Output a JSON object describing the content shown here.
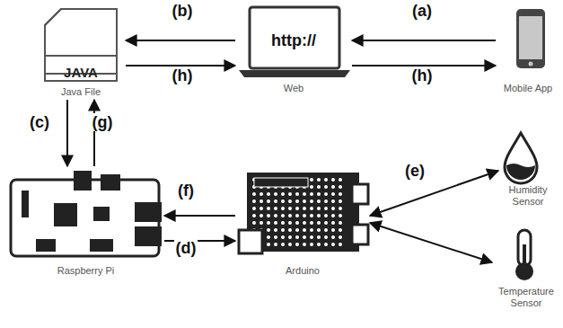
{
  "diagram": {
    "nodes": [
      {
        "text": [
          "JAVA",
          "Java File"
        ]
      },
      {
        "text": [
          "http://",
          "Web"
        ]
      },
      {
        "text": [
          "Mobile App"
        ]
      },
      {
        "text": [
          "Raspberry Pi"
        ]
      },
      {
        "text": [
          "Arduino"
        ]
      },
      {
        "text": [
          "Humidity Sensor"
        ]
      },
      {
        "text": [
          "Temperature Sensor"
        ]
      }
    ],
    "edges": [
      {
        "from": 2,
        "to": 1,
        "label": "(a)",
        "arrow": "to"
      },
      {
        "from": 1,
        "to": 0,
        "label": "(b)",
        "arrow": "to"
      },
      {
        "from": 0,
        "to": 1,
        "label": "(h)",
        "arrow": "to"
      },
      {
        "from": 1,
        "to": 2,
        "label": "(h)",
        "arrow": "to"
      },
      {
        "from": 0,
        "to": 3,
        "label": "(c)",
        "arrow": "to"
      },
      {
        "from": 3,
        "to": 0,
        "label": "(g)",
        "arrow": "to"
      },
      {
        "from": 4,
        "to": 3,
        "label": "(f)",
        "arrow": "to"
      },
      {
        "from": 3,
        "to": 4,
        "label": "(d)",
        "arrow": "to"
      },
      {
        "from": 4,
        "to": 5,
        "label": "(e)",
        "arrow": "both"
      },
      {
        "from": 4,
        "to": 6,
        "arrow": "both"
      }
    ]
  }
}
